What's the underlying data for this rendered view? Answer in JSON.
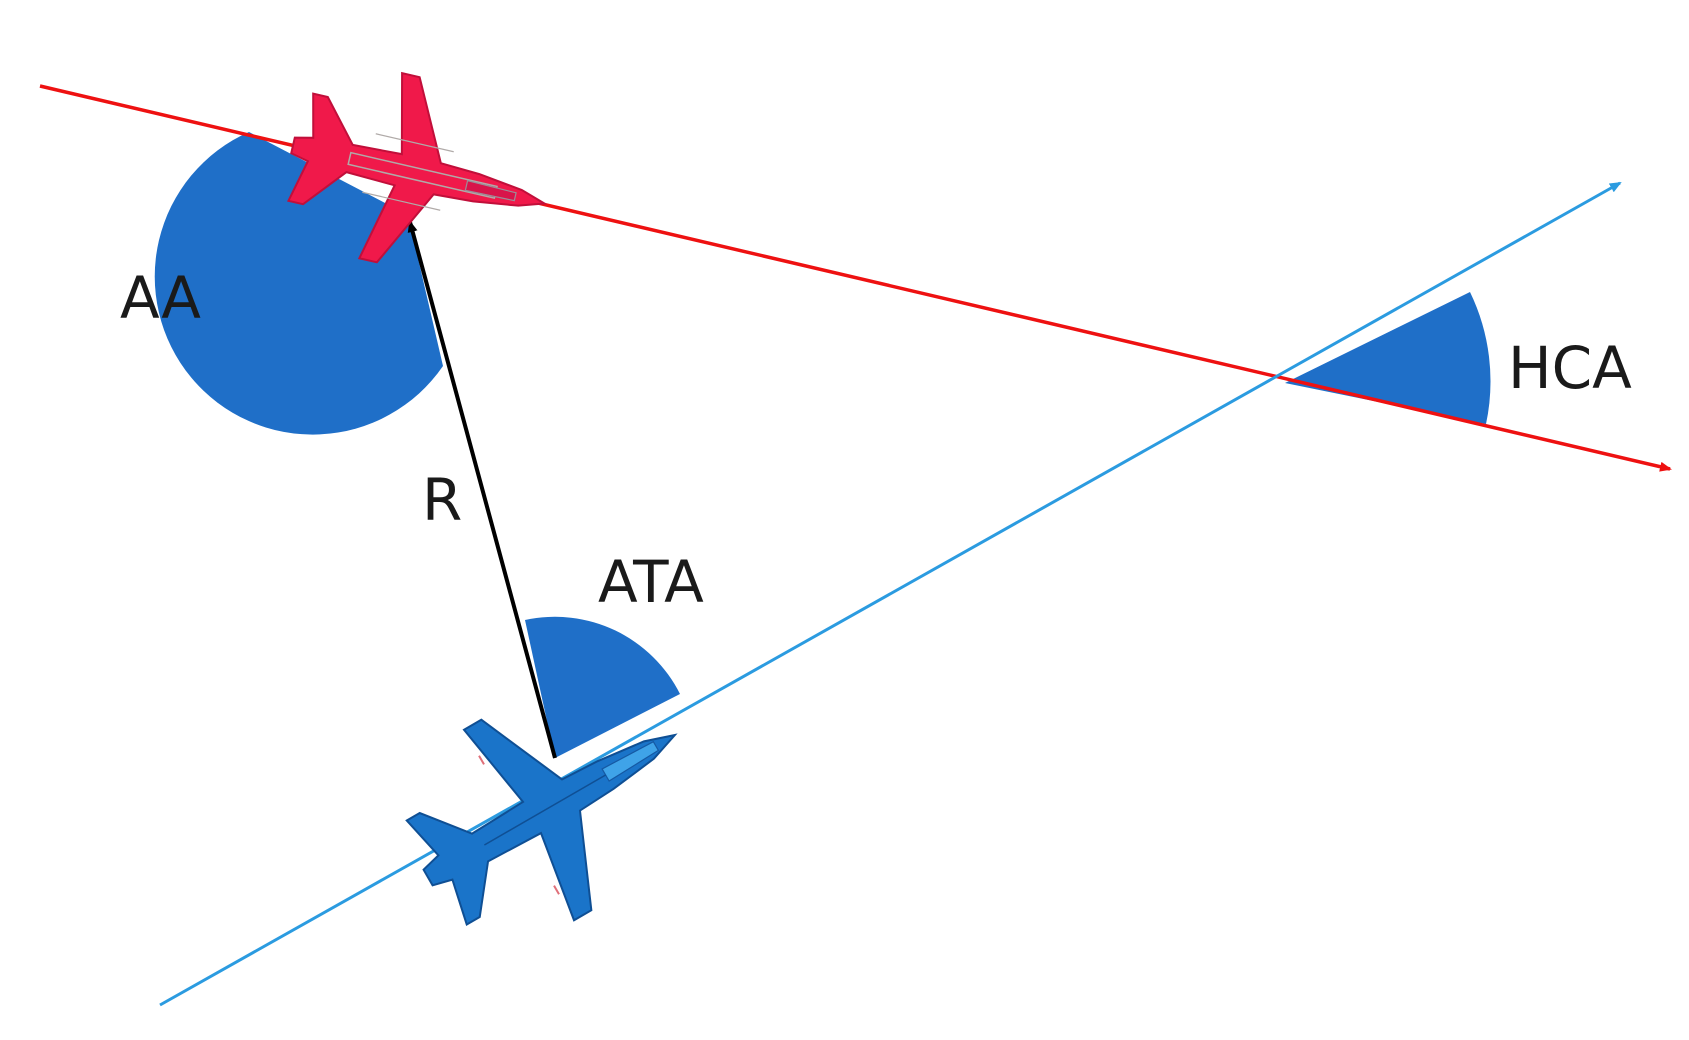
{
  "labels": {
    "aa": "AA",
    "hca": "HCA",
    "range": "R",
    "ata": "ATA"
  },
  "colors": {
    "enemy_track": "#ee1111",
    "own_track": "#2b9be0",
    "angle_fill": "#1f6fc8",
    "range_vector": "#000000",
    "enemy_aircraft": "#f0194a",
    "own_aircraft": "#1a74c9"
  },
  "icons": {
    "enemy": "red-fighter-jet-icon",
    "own": "blue-fighter-jet-icon"
  }
}
